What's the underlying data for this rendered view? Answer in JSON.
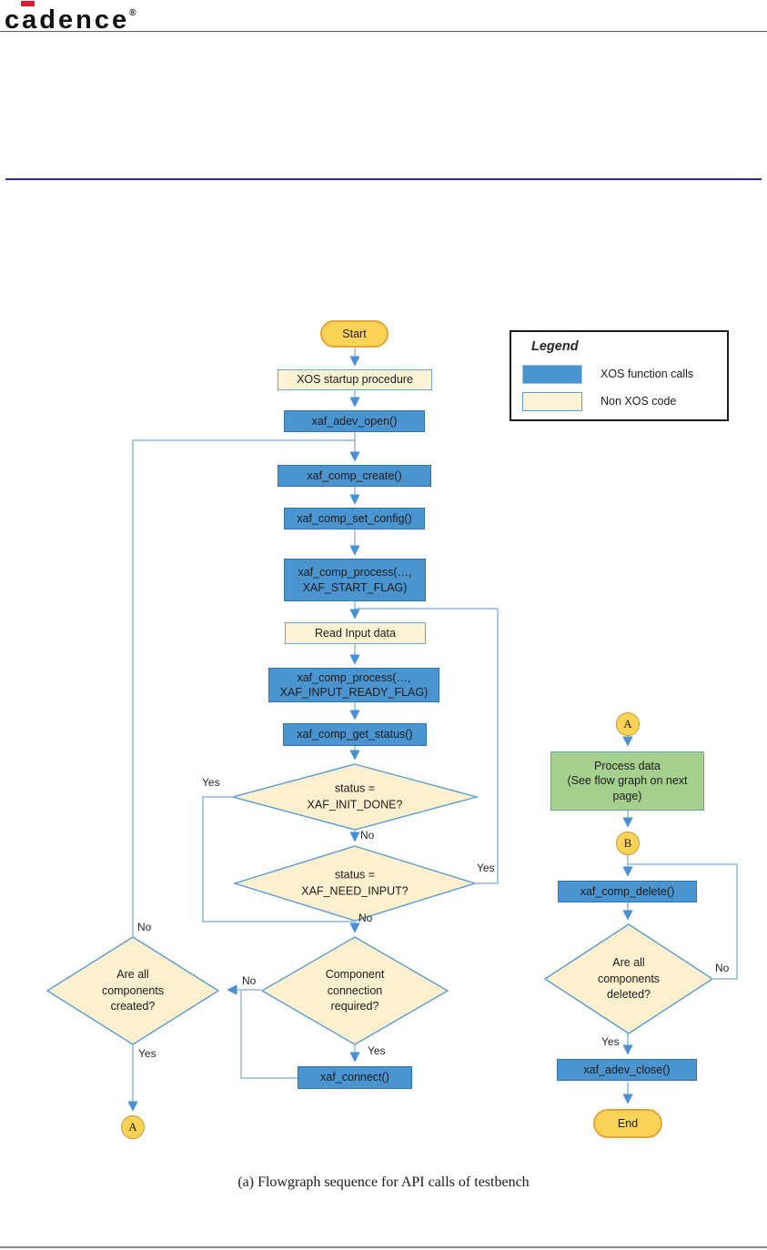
{
  "page": {
    "logo_text": "cadence",
    "logo_registered": "®",
    "caption": "(a) Flowgraph sequence for API calls of testbench"
  },
  "colors": {
    "xos_call_fill": "#4A94D0",
    "xos_call_border": "#2E75B6",
    "non_xos_fill": "#FCF3D5",
    "diamond_fill": "#FCF0CE",
    "diamond_border": "#5B9BD5",
    "terminator_fill": "#FBD357",
    "terminator_border": "#E8A33C",
    "process_green_fill": "#A5CF8C",
    "connector_line": "#8FB9E0",
    "arrowhead": "#4A90D4",
    "logo_accent_red": "#E01A33",
    "rule_navy": "#2B2B8A"
  },
  "legend": {
    "title": "Legend",
    "items": [
      {
        "label": "XOS function calls"
      },
      {
        "label": "Non XOS code"
      }
    ]
  },
  "nodes": {
    "start": "Start",
    "xos_startup": "XOS startup procedure",
    "adev_open": "xaf_adev_open()",
    "comp_create": "xaf_comp_create()",
    "comp_set_config": "xaf_comp_set_config()",
    "comp_process_start": "xaf_comp_process(…,\nXAF_START_FLAG)",
    "read_input": "Read Input data",
    "comp_process_input_ready": "xaf_comp_process(…,\nXAF_INPUT_READY_FLAG)",
    "comp_get_status": "xaf_comp_get_status()",
    "decision_init_done": "status =\nXAF_INIT_DONE?",
    "decision_need_input": "status =\nXAF_NEED_INPUT?",
    "decision_conn_required": "Component\nconnection\nrequired?",
    "decision_all_created": "Are all\ncomponents\ncreated?",
    "connect": "xaf_connect()",
    "connector_a_left": "A",
    "connector_a_right": "A",
    "process_data": "Process data\n(See flow graph on next page)",
    "connector_b": "B",
    "comp_delete": "xaf_comp_delete()",
    "decision_all_deleted": "Are all\ncomponents\ndeleted?",
    "adev_close": "xaf_adev_close()",
    "end": "End"
  },
  "edge_labels": {
    "init_done_yes": "Yes",
    "init_done_no": "No",
    "need_input_yes": "Yes",
    "need_input_no": "No",
    "created_no": "No",
    "created_yes": "Yes",
    "conn_no": "No",
    "conn_yes": "Yes",
    "deleted_no": "No",
    "deleted_yes": "Yes"
  }
}
